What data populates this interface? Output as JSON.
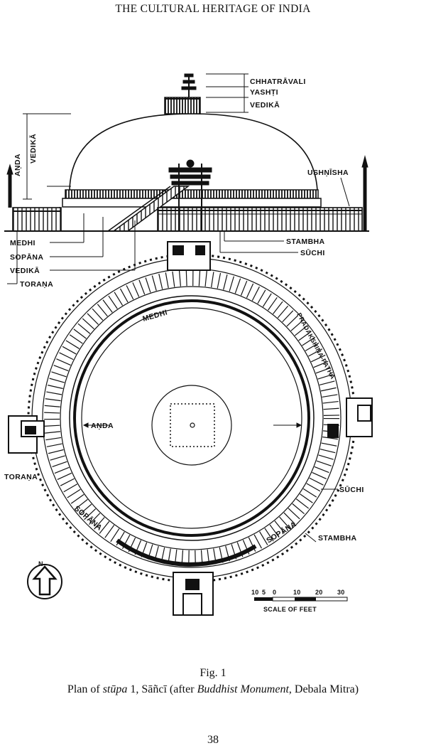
{
  "header": {
    "running_title": "THE CULTURAL HERITAGE OF INDIA"
  },
  "elevation_labels": {
    "chhatravali": "CHHATRĀVALI",
    "yashti": "YASHṬI",
    "vedika_top": "VEDIKĀ",
    "anda": "AṆDA",
    "vedika_side": "VEDIKĀ",
    "ushnisha": "USHṆĪSHA",
    "medhi": "MEDHI",
    "sopana": "SOPĀNA",
    "vedika": "VEDIKĀ",
    "torana": "TORAṆA",
    "stambha": "STAMBHA",
    "suchi": "SŪCHI"
  },
  "plan_labels": {
    "medhi": "MEDHI",
    "pradakshinapatha": "PRADAKSHIṆA-PATHA",
    "anda": "AṆDA",
    "torana": "TORAṆA",
    "suchi": "SŪCHI",
    "sopana_left": "SOPĀNA",
    "sopana_right": "SOPĀNA",
    "stambha": "STAMBHA",
    "north": "N"
  },
  "scale": {
    "ticks": [
      "10",
      "5",
      "0",
      "10",
      "20",
      "30"
    ],
    "label": "SCALE OF FEET"
  },
  "caption": {
    "fig": "Fig. 1",
    "prefix": "Plan of ",
    "stupa": "stūpa",
    "middle": " 1, Sāñcī (after ",
    "source": "Buddhist Monument",
    "suffix": ", Debala Mitra)"
  },
  "page_number": "38"
}
